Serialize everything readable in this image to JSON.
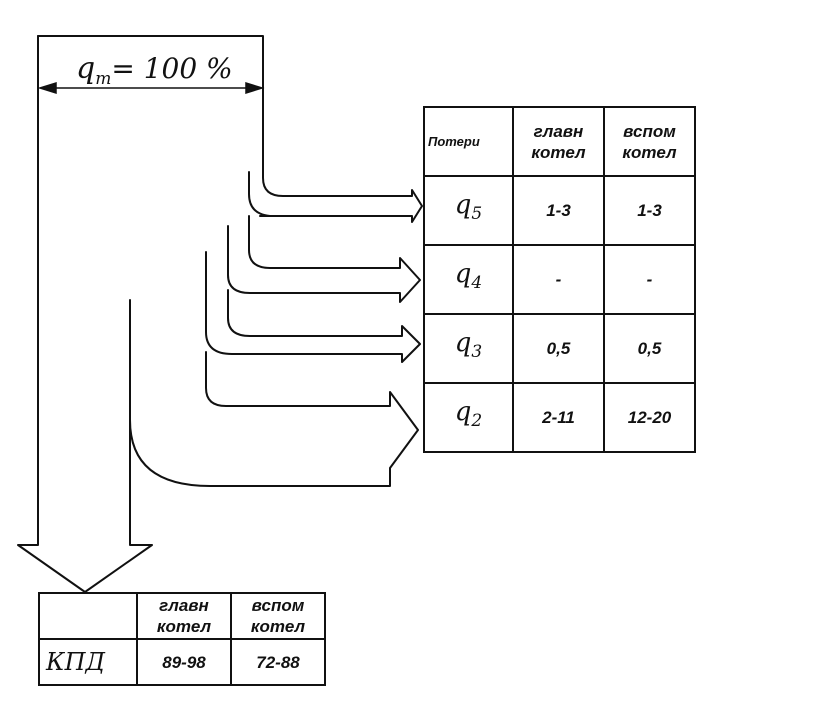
{
  "diagram": {
    "input_symbol": "q",
    "input_subscript": "т",
    "input_value": "= 100 %"
  },
  "loss_table": {
    "corner": "Потери",
    "col_main": "главн котел",
    "col_aux": "вспом котел",
    "rows": [
      {
        "symbol": "q",
        "index": "5",
        "main": "1-3",
        "aux": "1-3"
      },
      {
        "symbol": "q",
        "index": "4",
        "main": "-",
        "aux": "-"
      },
      {
        "symbol": "q",
        "index": "3",
        "main": "0,5",
        "aux": "0,5"
      },
      {
        "symbol": "q",
        "index": "2",
        "main": "2-11",
        "aux": "12-20"
      }
    ]
  },
  "efficiency_table": {
    "col_main": "главн котел",
    "col_aux": "вспом котел",
    "row_label": "КПД",
    "main": "89-98",
    "aux": "72-88"
  }
}
